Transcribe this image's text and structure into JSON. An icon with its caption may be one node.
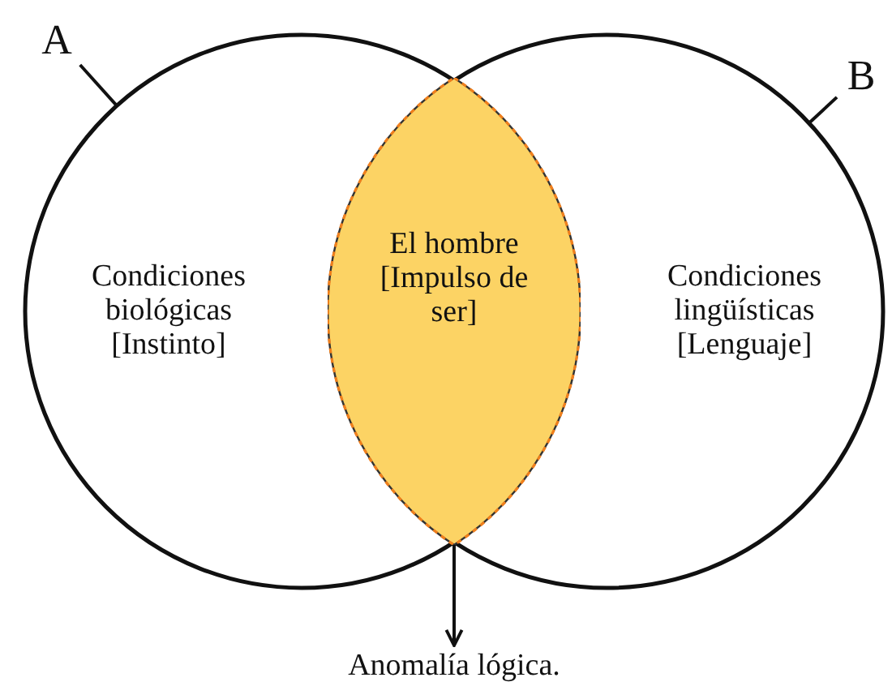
{
  "diagram": {
    "nodes": [
      {
        "text": [
          "Condiciones biológicas",
          "[Instinto]"
        ]
      },
      {
        "text": [
          "Condiciones lingüísticas",
          "[Lenguaje]"
        ]
      },
      {
        "text": [
          "El hombre",
          "[Impulso de ser]"
        ]
      },
      {
        "text": [
          "A"
        ]
      },
      {
        "text": [
          "B"
        ]
      },
      {
        "text": [
          "Anomalía lógica."
        ]
      }
    ],
    "edges": [
      {
        "from": 3,
        "to": 0,
        "arrow": "none"
      },
      {
        "from": 4,
        "to": 1,
        "arrow": "none"
      },
      {
        "from": 2,
        "to": 5,
        "arrow": "to"
      }
    ]
  }
}
